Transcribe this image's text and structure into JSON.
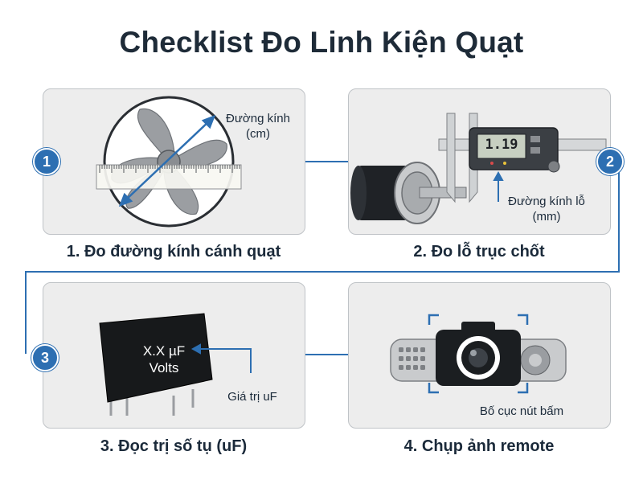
{
  "title": "Checklist Đo Linh Kiện Quạt",
  "colors": {
    "accent": "#2d6fb2",
    "panel_bg": "#ededed",
    "title": "#1e2b38"
  },
  "steps": [
    {
      "number": "1",
      "caption": "1. Đo đường kính cánh quạt",
      "annotation": [
        "Đường kính",
        "(cm)"
      ]
    },
    {
      "number": "2",
      "caption": "2. Đo lỗ trục chốt",
      "annotation": [
        "Đường kính lỗ",
        "(mm)"
      ],
      "display_reading": "1.19"
    },
    {
      "number": "3",
      "caption": "3. Đọc trị số tụ (uF)",
      "annotation": [
        "Giá trị uF"
      ],
      "capacitor_label": [
        "X.X µF",
        "Volts"
      ]
    },
    {
      "number": "4",
      "caption": "4. Chụp ảnh remote",
      "annotation": [
        "Bố cục nút bấm"
      ]
    }
  ],
  "icons": [
    "fan-icon",
    "ruler-icon",
    "motor-icon",
    "caliper-icon",
    "capacitor-icon",
    "remote-icon",
    "camera-icon"
  ]
}
